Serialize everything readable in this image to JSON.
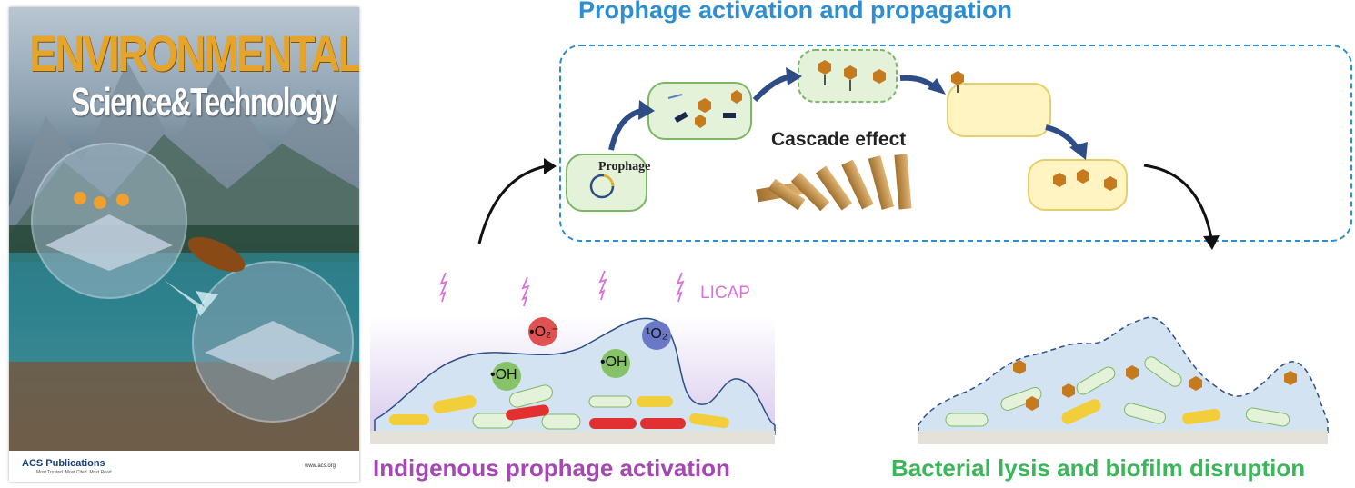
{
  "cover": {
    "title_line1": "ENVIRONMENTAL",
    "title_line2": "Science&Technology",
    "publisher": "ACS Publications",
    "publisher_tagline": "Most Trusted. Most Cited. Most Read.",
    "url": "www.acs.org"
  },
  "diagram": {
    "title": "Prophage activation and propagation",
    "cascade_label": "Cascade effect",
    "prophage_label": "Prophage",
    "licap_label": "LICAP",
    "species": {
      "superoxide": "•O₂⁻",
      "singlet_oxygen": "¹O₂",
      "hydroxyl_1": "•OH",
      "hydroxyl_2": "•OH"
    },
    "caption_left": "Indigenous prophage activation",
    "caption_right": "Bacterial lysis and biofilm disruption"
  },
  "colors": {
    "title_blue": "#2d8fd2",
    "caption_purple": "#a548b4",
    "caption_green": "#3cb65a",
    "licap_pink": "#d872d8",
    "arrow_navy": "#2e4d86",
    "cell_green": "#e3f2d8",
    "cell_yellow": "#fff4c2"
  }
}
